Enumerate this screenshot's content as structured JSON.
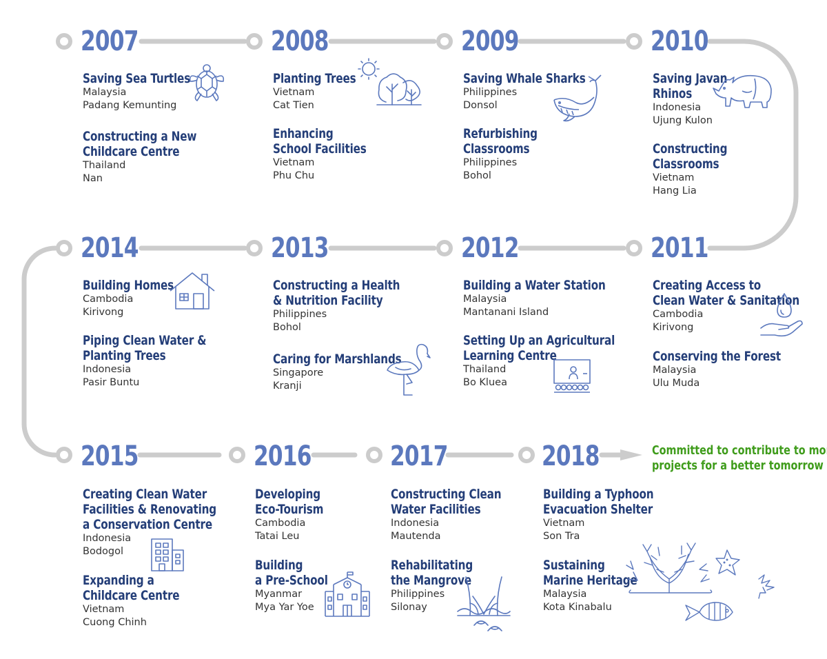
{
  "colors": {
    "year": "#5b78bd",
    "title": "#243e78",
    "location": "#333333",
    "track": "#cccccc",
    "closing": "#3f9c1b",
    "icon": "#5b78bd"
  },
  "years": [
    {
      "year": "2007",
      "projects": [
        {
          "title": [
            "Saving Sea Turtles"
          ],
          "country": "Malaysia",
          "place": "Padang Kemunting"
        },
        {
          "title": [
            "Constructing a New",
            "Childcare Centre"
          ],
          "country": "Thailand",
          "place": "Nan"
        }
      ]
    },
    {
      "year": "2008",
      "projects": [
        {
          "title": [
            "Planting Trees"
          ],
          "country": "Vietnam",
          "place": "Cat Tien"
        },
        {
          "title": [
            "Enhancing",
            "School Facilities"
          ],
          "country": "Vietnam",
          "place": "Phu Chu"
        }
      ]
    },
    {
      "year": "2009",
      "projects": [
        {
          "title": [
            "Saving Whale Sharks"
          ],
          "country": "Philippines",
          "place": "Donsol"
        },
        {
          "title": [
            "Refurbishing",
            "Classrooms"
          ],
          "country": "Philippines",
          "place": "Bohol"
        }
      ]
    },
    {
      "year": "2010",
      "projects": [
        {
          "title": [
            "Saving Javan",
            "Rhinos"
          ],
          "country": "Indonesia",
          "place": "Ujung Kulon"
        },
        {
          "title": [
            "Constructing",
            "Classrooms"
          ],
          "country": "Vietnam",
          "place": "Hang Lia"
        }
      ]
    },
    {
      "year": "2011",
      "projects": [
        {
          "title": [
            "Creating Access to",
            "Clean Water & Sanitation"
          ],
          "country": "Cambodia",
          "place": "Kirivong"
        },
        {
          "title": [
            "Conserving the Forest"
          ],
          "country": "Malaysia",
          "place": "Ulu Muda"
        }
      ]
    },
    {
      "year": "2012",
      "projects": [
        {
          "title": [
            "Building a Water Station"
          ],
          "country": "Malaysia",
          "place": "Mantanani Island"
        },
        {
          "title": [
            "Setting Up an Agricultural",
            "Learning Centre"
          ],
          "country": "Thailand",
          "place": "Bo Kluea"
        }
      ]
    },
    {
      "year": "2013",
      "projects": [
        {
          "title": [
            "Constructing a Health",
            "& Nutrition Facility"
          ],
          "country": "Philippines",
          "place": "Bohol"
        },
        {
          "title": [
            "Caring for Marshlands"
          ],
          "country": "Singapore",
          "place": "Kranji"
        }
      ]
    },
    {
      "year": "2014",
      "projects": [
        {
          "title": [
            "Building Homes"
          ],
          "country": "Cambodia",
          "place": "Kirivong"
        },
        {
          "title": [
            "Piping Clean Water &",
            "Planting Trees"
          ],
          "country": "Indonesia",
          "place": "Pasir Buntu"
        }
      ]
    },
    {
      "year": "2015",
      "projects": [
        {
          "title": [
            "Creating Clean Water",
            "Facilities & Renovating",
            "a Conservation Centre"
          ],
          "country": "Indonesia",
          "place": "Bodogol"
        },
        {
          "title": [
            "Expanding a",
            "Childcare Centre"
          ],
          "country": "Vietnam",
          "place": "Cuong Chinh"
        }
      ]
    },
    {
      "year": "2016",
      "projects": [
        {
          "title": [
            "Developing",
            "Eco-Tourism"
          ],
          "country": "Cambodia",
          "place": "Tatai Leu"
        },
        {
          "title": [
            "Building",
            "a Pre-School"
          ],
          "country": "Myanmar",
          "place": "Mya Yar Yoe"
        }
      ]
    },
    {
      "year": "2017",
      "projects": [
        {
          "title": [
            "Constructing Clean",
            "Water Facilities"
          ],
          "country": "Indonesia",
          "place": "Mautenda"
        },
        {
          "title": [
            "Rehabilitating",
            "the Mangrove"
          ],
          "country": "Philippines",
          "place": "Silonay"
        }
      ]
    },
    {
      "year": "2018",
      "projects": [
        {
          "title": [
            "Building a Typhoon",
            "Evacuation Shelter"
          ],
          "country": "Vietnam",
          "place": "Son Tra"
        },
        {
          "title": [
            "Sustaining",
            "Marine Heritage"
          ],
          "country": "Malaysia",
          "place": "Kota Kinabalu"
        }
      ]
    }
  ],
  "closing": [
    "Committed to contribute to more",
    "projects for a better tomorrow"
  ],
  "icons": [
    "turtle-icon",
    "sun-trees-icon",
    "whale-icon",
    "rhino-icon",
    "water-hand-icon",
    "classroom-icon",
    "flamingo-icon",
    "house-icon",
    "building-icon",
    "school-icon",
    "mangrove-icon",
    "coral-fish-icon"
  ]
}
